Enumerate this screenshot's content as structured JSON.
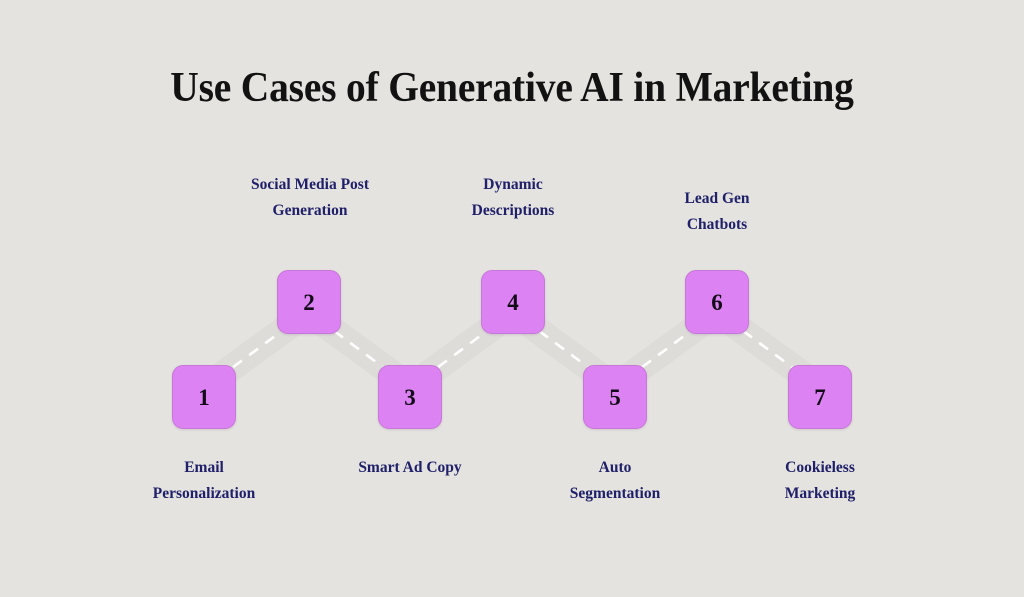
{
  "page": {
    "title": "Use Cases of Generative AI in Marketing",
    "background_color": "#e4e3df",
    "box_color": "#dd82f2",
    "label_color": "#1f2069",
    "title_color": "#121212",
    "road_color": "#dedcd8",
    "dash_color": "#ffffff"
  },
  "diagram": {
    "type": "zigzag-step-flow",
    "step_count": 7,
    "steps": [
      {
        "number": "1",
        "label": "Email\nPersonalization",
        "position": "bottom"
      },
      {
        "number": "2",
        "label": "Social Media Post\nGeneration",
        "position": "top"
      },
      {
        "number": "3",
        "label": "Smart Ad Copy",
        "position": "bottom"
      },
      {
        "number": "4",
        "label": "Dynamic\nDescriptions",
        "position": "top"
      },
      {
        "number": "5",
        "label": "Auto\nSegmentation",
        "position": "bottom"
      },
      {
        "number": "6",
        "label": "Lead Gen\nChatbots",
        "position": "top"
      },
      {
        "number": "7",
        "label": "Cookieless\nMarketing",
        "position": "bottom"
      }
    ]
  }
}
